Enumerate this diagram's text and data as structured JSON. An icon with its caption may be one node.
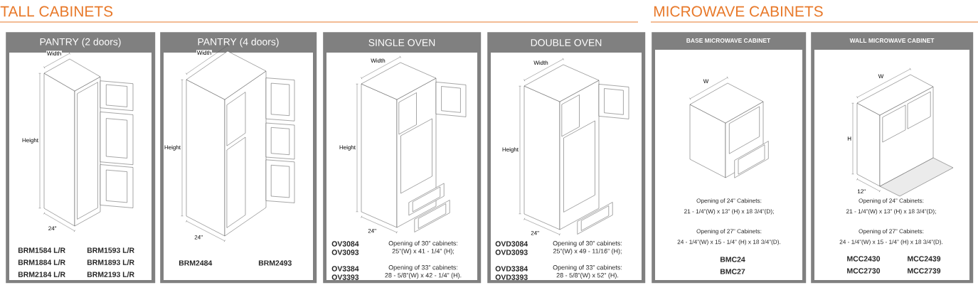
{
  "diagram": {
    "nodes": [
      {
        "text": [
          "PANTRY (2 doors)",
          "BRM1584 L/R",
          "BRM1593 L/R",
          "BRM1884 L/R",
          "BRM1893 L/R",
          "BRM2184 L/R",
          "BRM2193 L/R"
        ]
      },
      {
        "text": [
          "PANTRY (4 doors)",
          "BRM2484",
          "BRM2493"
        ]
      },
      {
        "text": [
          "SINGLE OVEN",
          "OV3084",
          "OV3093",
          "Opening of 30” cabinets:",
          "25”(W) x 41 - 1/4” (H);",
          "OV3384",
          "OV3393",
          "Opening of 33” cabinets:",
          "28 - 5/8”(W) x 42 - 1/4” (H)."
        ]
      },
      {
        "text": [
          "DOUBLE OVEN",
          "OVD3084",
          "OVD3093",
          "Opening of 30” cabinets:",
          "25”(W) x 49 - 11/16” (H);",
          "OVD3384",
          "OVD3393",
          "Opening of 33” cabinets:",
          "28 - 5/8”(W) x 52” (H)."
        ]
      },
      {
        "text": [
          "BASE MICROWAVE CABINET",
          "Opening of 24” Cabinets:",
          "21 - 1/4”(W) x 13” (H) x 18 3/4”(D);",
          "Opening of 27” Cabinets:",
          "24 - 1/4”(W) x 15 - 1/4” (H) x 18 3/4”(D).",
          "BMC24",
          "BMC27"
        ]
      },
      {
        "text": [
          "WALL MICROWAVE CABINET",
          "Opening of 24” Cabinets:",
          "21 - 1/4”(W) x 13” (H) x 18 3/4”(D);",
          "Opening of 27” Cabinets:",
          "24 - 1/4”(W) x 15 - 1/4” (H) x 18 3/4”(D).",
          "MCC2430",
          "MCC2439",
          "MCC2730",
          "MCC2739"
        ]
      }
    ],
    "labels": [
      "TALL CABINETS",
      "MICROWAVE CABINETS",
      "Width",
      "Height",
      "24\"",
      "Width",
      "Height",
      "24\"",
      "Width",
      "Height",
      "24\"",
      "Width",
      "Height",
      "24\"",
      "W",
      "W",
      "H",
      "12\""
    ]
  }
}
